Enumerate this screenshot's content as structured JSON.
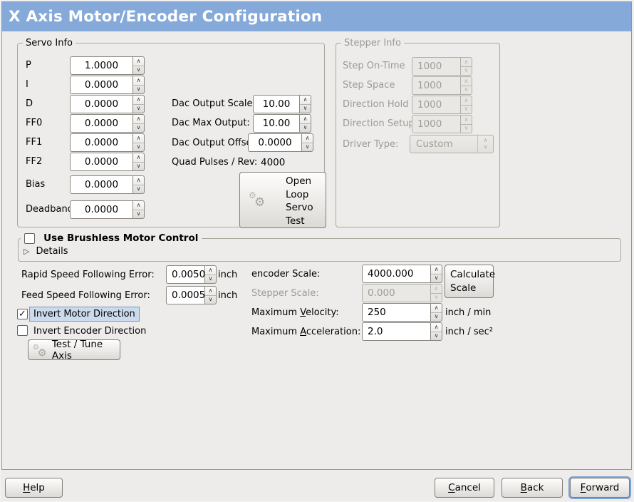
{
  "title": "X Axis Motor/Encoder Configuration",
  "glyphs": {
    "check": "✓",
    "spin_up": "∧",
    "spin_down": "∨",
    "expander_right": "▷",
    "gear": "⚙"
  },
  "ui_colors": {
    "titlebar_bg": "#85a9d9",
    "titlebar_text": "#ffffff",
    "focus_ring": "#7ba2d4",
    "highlight_bg": "#cbdaec",
    "disabled_text": "#9d9a94"
  },
  "servo_info": {
    "frame_label": "Servo Info",
    "rows": [
      {
        "label": "P",
        "value": "1.0000"
      },
      {
        "label": "I",
        "value": "0.0000"
      },
      {
        "label": "D",
        "value": "0.0000"
      },
      {
        "label": "FF0",
        "value": "0.0000"
      },
      {
        "label": "FF1",
        "value": "0.0000"
      },
      {
        "label": "FF2",
        "value": "0.0000"
      },
      {
        "label": "Bias",
        "value": "0.0000"
      },
      {
        "label": "Deadband",
        "value": "0.0000"
      }
    ],
    "dac": [
      {
        "label": "Dac Output Scale:",
        "value": "10.00"
      },
      {
        "label": "Dac Max Output:",
        "value": "10.00"
      },
      {
        "label": "Dac Output Offset:",
        "value": "0.0000"
      }
    ],
    "quad_label": "Quad Pulses / Rev:",
    "quad_value": "4000",
    "open_loop_button_lines": [
      "Open",
      "Loop",
      "Servo",
      "Test"
    ]
  },
  "stepper_info": {
    "frame_label": "Stepper Info",
    "rows": [
      {
        "label": "Step On-Time",
        "value": "1000"
      },
      {
        "label": "Step Space",
        "value": "1000"
      },
      {
        "label": "Direction Hold",
        "value": "1000"
      },
      {
        "label": "Direction Setup",
        "value": "1000"
      }
    ],
    "driver_type_label": "Driver Type:",
    "driver_type_value": "Custom"
  },
  "brushless": {
    "checkbox_label": "Use Brushless Motor Control",
    "checked": false,
    "details_label": "Details"
  },
  "following_error": {
    "rapid_label": "Rapid Speed Following Error:",
    "rapid_value": "0.0050",
    "rapid_unit": "inch",
    "feed_label": "Feed Speed Following Error:",
    "feed_value": "0.0005",
    "feed_unit": "inch"
  },
  "direction": {
    "invert_motor_label": "Invert Motor Direction",
    "invert_motor_checked": true,
    "invert_encoder_label": "Invert Encoder Direction",
    "invert_encoder_checked": false,
    "test_tune_button": "Test / Tune Axis"
  },
  "scale": {
    "encoder_label": "encoder Scale:",
    "encoder_value": "4000.000",
    "calculate_button_lines": [
      "Calculate",
      "Scale"
    ],
    "stepper_label": "Stepper Scale:",
    "stepper_value": "0.000",
    "max_velocity_label": {
      "pre": "Maximum ",
      "u": "V",
      "post": "elocity:"
    },
    "max_velocity_value": "250",
    "max_velocity_unit": "inch / min",
    "max_accel_label": {
      "pre": "Maximum ",
      "u": "A",
      "post": "cceleration:"
    },
    "max_accel_value": "2.0",
    "max_accel_unit": "inch / sec²"
  },
  "footer": {
    "help": {
      "pre": "",
      "u": "H",
      "post": "elp"
    },
    "cancel": {
      "pre": "",
      "u": "C",
      "post": "ancel"
    },
    "back": {
      "pre": "",
      "u": "B",
      "post": "ack"
    },
    "forward": {
      "pre": "",
      "u": "F",
      "post": "orward"
    }
  }
}
